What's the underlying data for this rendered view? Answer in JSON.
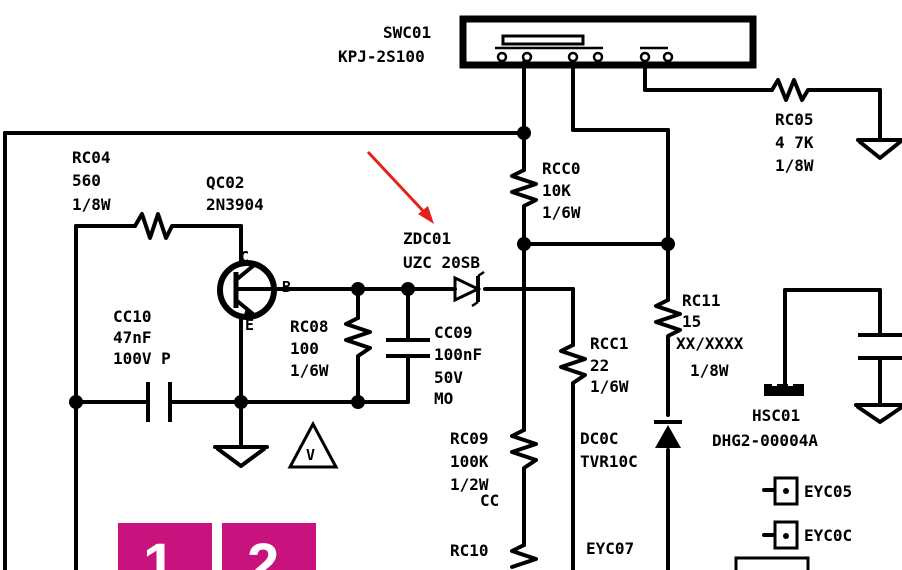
{
  "switch": {
    "ref": "SWC01",
    "part": "KPJ-2S100"
  },
  "r_top": {
    "ref": "RC05",
    "value": "4 7K",
    "rating": "1/8W"
  },
  "r_left": {
    "ref": "RC04",
    "value": "560",
    "rating": "1/8W"
  },
  "transistor": {
    "ref": "QC02",
    "part": "2N3904",
    "pins": {
      "c": "C",
      "b": "B",
      "e": "E"
    }
  },
  "zener": {
    "ref": "ZDC01",
    "part": "UZC 20SB"
  },
  "r_mid": {
    "ref": "RCC0",
    "value": "10K",
    "rating": "1/6W"
  },
  "cap_left": {
    "ref": "CC10",
    "value": "47nF",
    "rating": "100V P"
  },
  "r_gate": {
    "ref": "RC08",
    "value": "100",
    "rating": "1/6W"
  },
  "cap_mid": {
    "ref": "CC09",
    "value": "100nF",
    "rating": "50V",
    "note": "MO"
  },
  "r_22": {
    "ref": "RCC1",
    "value": "22",
    "rating": "1/6W"
  },
  "r_15": {
    "ref": "RC11",
    "value": "15",
    "extra": "XX/XXXX",
    "rating": "1/8W"
  },
  "r_low": {
    "ref": "RC09",
    "value": "100K",
    "rating": "1/2W",
    "note": "CC"
  },
  "tvs": {
    "ref": "DC0C",
    "part": "TVR10C"
  },
  "connector": {
    "ref": "HSC01",
    "part": "DHG2-00004A"
  },
  "eyelets": [
    {
      "ref": "EYC05"
    },
    {
      "ref": "EYC0C"
    }
  ],
  "bottom_labels": {
    "r_bottom": "RC10",
    "eye_bottom": "EYC07"
  },
  "warning_symbol": "V",
  "badges": [
    {
      "label": "1"
    },
    {
      "label": "2"
    }
  ],
  "colors": {
    "badge": "#c8127e",
    "arrow": "#e2231a",
    "wire": "#000000"
  }
}
